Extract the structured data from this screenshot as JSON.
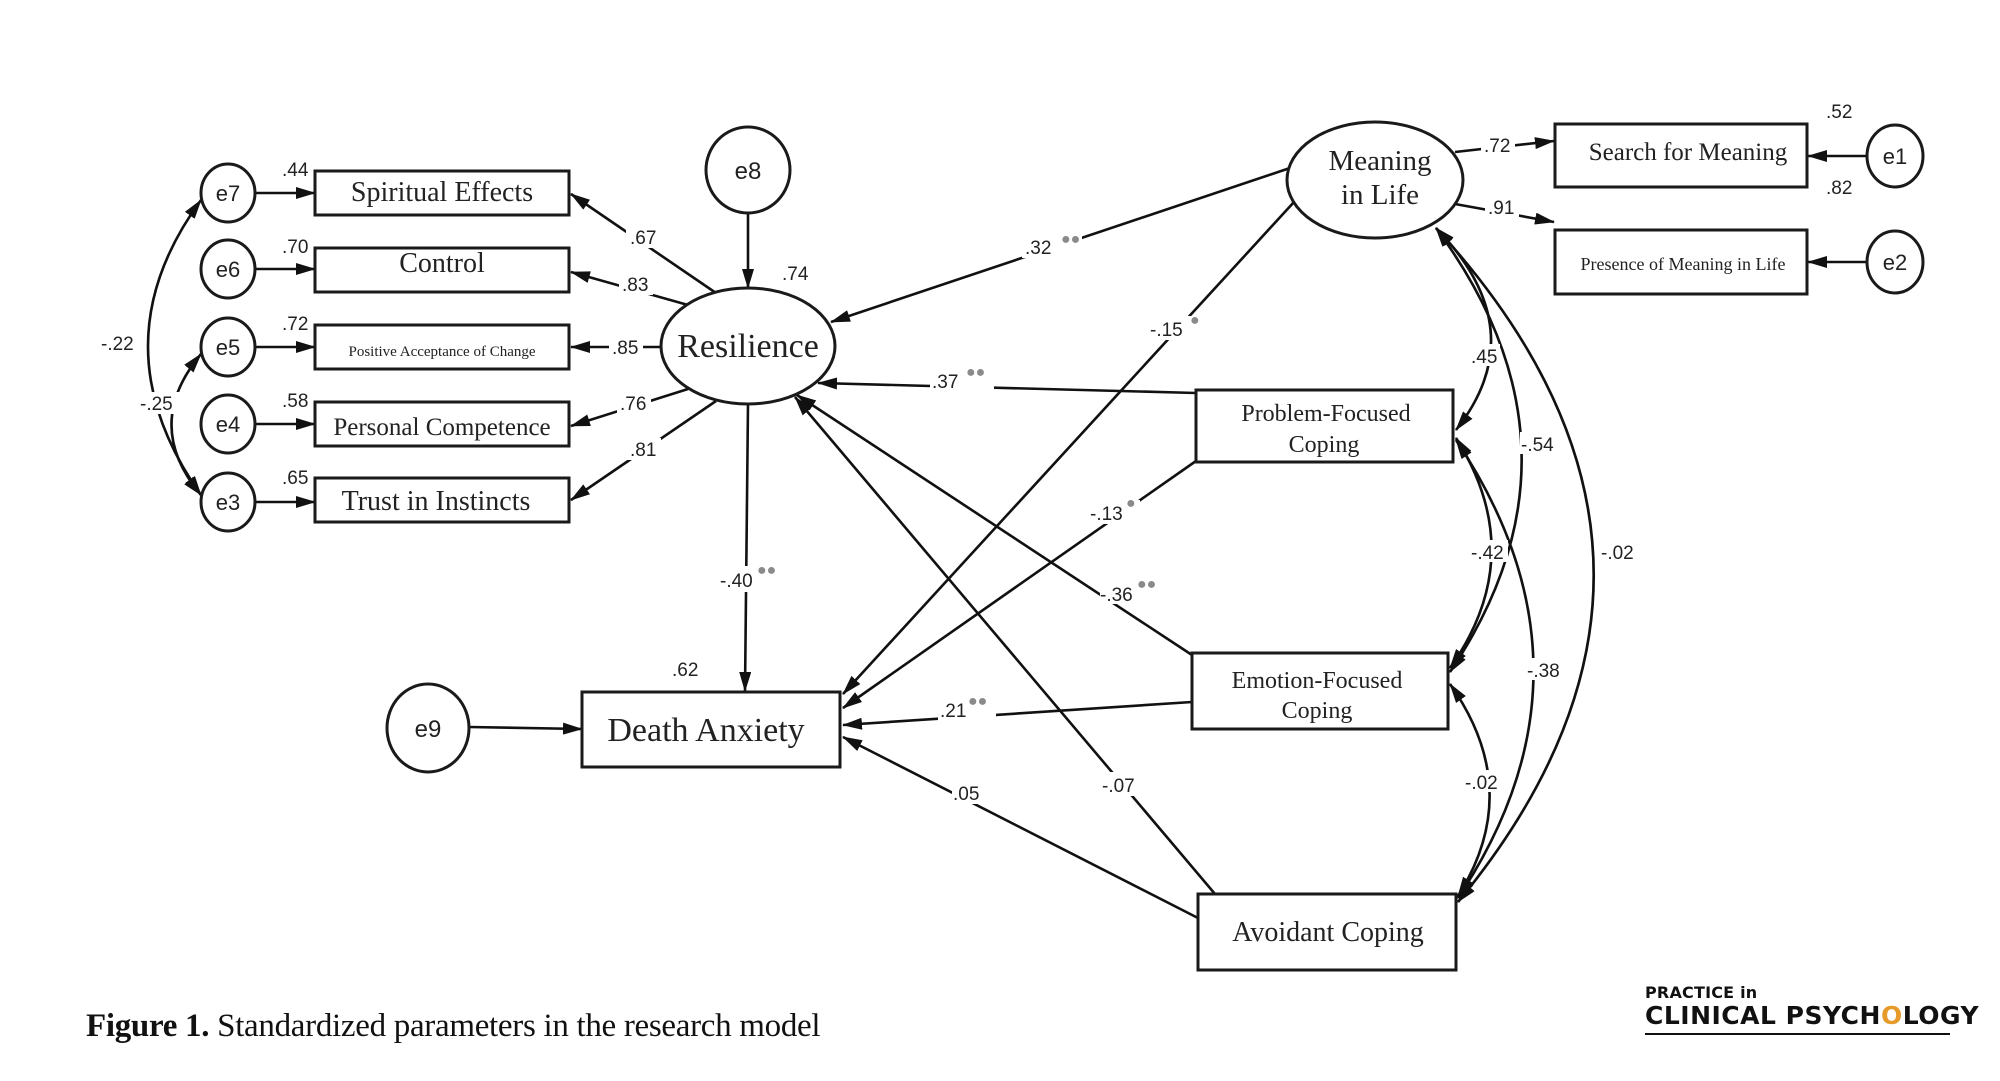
{
  "figure": {
    "caption_label": "Figure 1.",
    "caption_text": " Standardized parameters in the research model",
    "logo": {
      "line1": "PRACTICE in",
      "line2_a": "CLINICAL PSYCH",
      "line2_o": "O",
      "line2_b": "LOGY",
      "accent_color": "#e59a2a"
    },
    "significance_color": "#8a8a8a"
  },
  "nodes": [
    {
      "id": "e7",
      "label": "e7",
      "kind": "error"
    },
    {
      "id": "e6",
      "label": "e6",
      "kind": "error"
    },
    {
      "id": "e5",
      "label": "e5",
      "kind": "error"
    },
    {
      "id": "e4",
      "label": "e4",
      "kind": "error"
    },
    {
      "id": "e3",
      "label": "e3",
      "kind": "error"
    },
    {
      "id": "e8",
      "label": "e8",
      "kind": "error"
    },
    {
      "id": "e9",
      "label": "e9",
      "kind": "error"
    },
    {
      "id": "e1",
      "label": "e1",
      "kind": "error"
    },
    {
      "id": "e2",
      "label": "e2",
      "kind": "error"
    },
    {
      "id": "spiritual",
      "label": "Spiritual Effects",
      "kind": "observed",
      "r2": ".44"
    },
    {
      "id": "control",
      "label": "Control",
      "kind": "observed",
      "r2": ".70"
    },
    {
      "id": "pac",
      "label": "Positive Acceptance of Change",
      "kind": "observed",
      "r2": ".72"
    },
    {
      "id": "pc",
      "label": "Personal Competence",
      "kind": "observed",
      "r2": ".58"
    },
    {
      "id": "trust",
      "label": "Trust in Instincts",
      "kind": "observed",
      "r2": ".65"
    },
    {
      "id": "resilience",
      "label": "Resilience",
      "kind": "latent",
      "r2": ".74"
    },
    {
      "id": "meaning",
      "label_line1": "Meaning",
      "label_line2": "in Life",
      "kind": "latent"
    },
    {
      "id": "search",
      "label": "Search for Meaning",
      "kind": "observed",
      "r2": ".52"
    },
    {
      "id": "presence",
      "label": "Presence of Meaning in Life",
      "kind": "observed",
      "r2": ".82"
    },
    {
      "id": "pfc",
      "label_line1": "Problem-Focused",
      "label_line2": "Coping",
      "kind": "observed"
    },
    {
      "id": "efc",
      "label_line1": "Emotion-Focused",
      "label_line2": "Coping",
      "kind": "observed"
    },
    {
      "id": "avoid",
      "label": "Avoidant Coping",
      "kind": "observed"
    },
    {
      "id": "death",
      "label": "Death Anxiety",
      "kind": "observed",
      "r2": ".62"
    }
  ],
  "loadings": [
    {
      "from": "resilience",
      "to": "spiritual",
      "value": ".67"
    },
    {
      "from": "resilience",
      "to": "control",
      "value": ".83"
    },
    {
      "from": "resilience",
      "to": "pac",
      "value": ".85"
    },
    {
      "from": "resilience",
      "to": "pc",
      "value": ".76"
    },
    {
      "from": "resilience",
      "to": "trust",
      "value": ".81"
    },
    {
      "from": "meaning",
      "to": "search",
      "value": ".72"
    },
    {
      "from": "meaning",
      "to": "presence",
      "value": ".91"
    }
  ],
  "paths": [
    {
      "from": "meaning",
      "to": "resilience",
      "value": ".32",
      "sig": "**"
    },
    {
      "from": "meaning",
      "to": "death",
      "value": "-.15",
      "sig": "*"
    },
    {
      "from": "pfc",
      "to": "resilience",
      "value": ".37",
      "sig": "**"
    },
    {
      "from": "pfc",
      "to": "death",
      "value": "-.13",
      "sig": "*"
    },
    {
      "from": "efc",
      "to": "resilience",
      "value": "-.36",
      "sig": "**"
    },
    {
      "from": "efc",
      "to": "death",
      "value": ".21",
      "sig": "**"
    },
    {
      "from": "avoid",
      "to": "resilience",
      "value": "-.07",
      "sig": ""
    },
    {
      "from": "avoid",
      "to": "death",
      "value": ".05",
      "sig": ""
    },
    {
      "from": "resilience",
      "to": "death",
      "value": "-.40",
      "sig": "**"
    }
  ],
  "covariances": [
    {
      "a": "e7",
      "b": "e3",
      "value": "-.22"
    },
    {
      "a": "e5",
      "b": "e3",
      "value": "-.25"
    },
    {
      "a": "meaning",
      "b": "pfc",
      "value": ".45"
    },
    {
      "a": "meaning",
      "b": "efc",
      "value": "-.54"
    },
    {
      "a": "meaning",
      "b": "avoid",
      "value": "-.02"
    },
    {
      "a": "pfc",
      "b": "efc",
      "value": "-.42"
    },
    {
      "a": "pfc",
      "b": "avoid",
      "value": "-.38"
    },
    {
      "a": "efc",
      "b": "avoid",
      "value": "-.02"
    }
  ]
}
